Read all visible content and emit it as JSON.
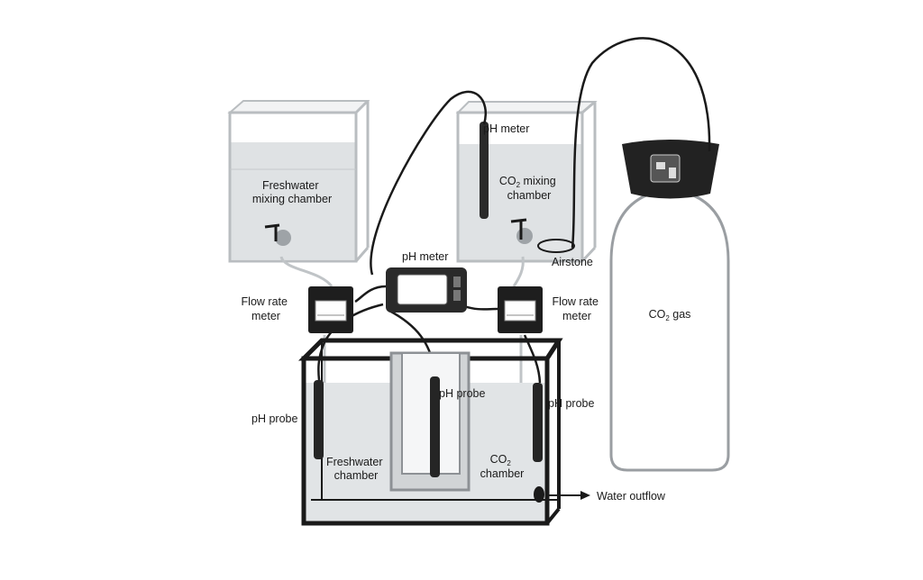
{
  "labels": {
    "freshwater_mixing_chamber": [
      "Freshwater",
      "mixing chamber"
    ],
    "co2_mixing_chamber": {
      "pre": "CO",
      "sub": "2",
      "post": " mixing",
      "line2": "chamber"
    },
    "ph_meter_top": "pH meter",
    "ph_meter_center": "pH meter",
    "airstone": "Airstone",
    "flow_rate_meter_left": [
      "Flow rate",
      "meter"
    ],
    "flow_rate_meter_right": [
      "Flow rate",
      "meter"
    ],
    "co2_gas": {
      "pre": "CO",
      "sub": "2",
      "post": " gas"
    },
    "ph_probe_left": "pH probe",
    "ph_probe_center": "pH probe",
    "ph_probe_right": "pH probe",
    "freshwater_chamber": [
      "Freshwater",
      "chamber"
    ],
    "co2_chamber": {
      "pre": "CO",
      "sub": "2",
      "line2": "chamber"
    },
    "water_outflow": "Water outflow"
  },
  "colors": {
    "outline": "#1a1a1a",
    "glass": "#c9cdd0",
    "water": "#d9dcde",
    "cylinder_cap": "#222222"
  }
}
